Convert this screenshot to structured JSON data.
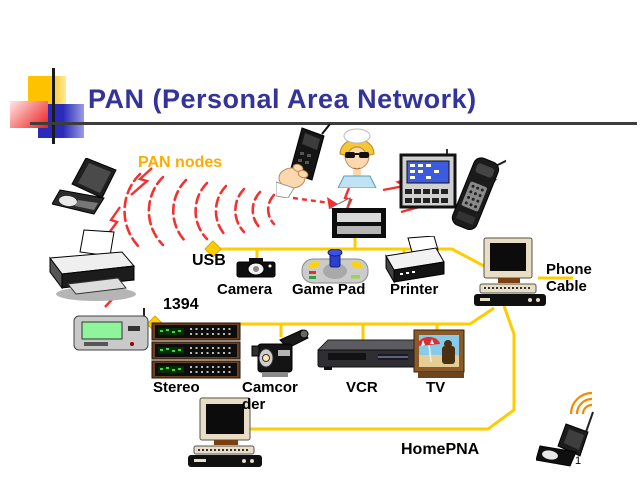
{
  "slide": {
    "title": "PAN (Personal Area Network)",
    "pan_nodes": "PAN nodes",
    "page_number": "1"
  },
  "network": {
    "buses": {
      "usb": "USB",
      "ieee1394": "1394",
      "phone_cable": "Phone Cable",
      "homepna": "HomePNA"
    },
    "devices": {
      "camera": "Camera",
      "game_pad": "Game Pad",
      "printer": "Printer",
      "stereo": "Stereo",
      "camcorder_line1": "Camcor",
      "camcorder_line2": "der",
      "vcr": "VCR",
      "tv": "TV"
    }
  },
  "colors": {
    "title_color": "#333399",
    "pan_nodes_color": "#FFAB00",
    "bus_color": "#FFCC00",
    "wave_color": "#F53030"
  }
}
